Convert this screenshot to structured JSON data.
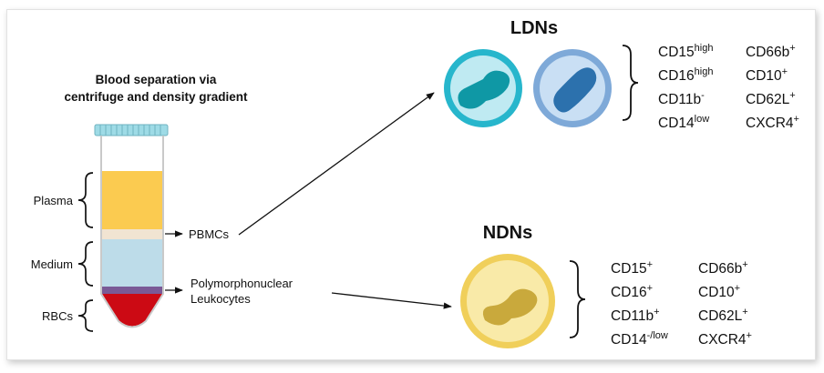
{
  "separation": {
    "title_line1": "Blood separation via",
    "title_line2": "centrifuge and density gradient"
  },
  "tube": {
    "layers": {
      "plasma": "Plasma",
      "medium": "Medium",
      "rbcs": "RBCs"
    },
    "fractions": {
      "pbmcs": "PBMCs",
      "pmn_line1": "Polymorphonuclear",
      "pmn_line2": "Leukocytes"
    }
  },
  "ldns": {
    "title": "LDNs",
    "markers": [
      {
        "base": "CD15",
        "sup": "high"
      },
      {
        "base": "CD16",
        "sup": "high"
      },
      {
        "base": "CD11b",
        "sup": "-"
      },
      {
        "base": "CD14",
        "sup": "low"
      },
      {
        "base": "CD66b",
        "sup": "+"
      },
      {
        "base": "CD10",
        "sup": "+"
      },
      {
        "base": "CD62L",
        "sup": "+"
      },
      {
        "base": "CXCR4",
        "sup": "+"
      }
    ]
  },
  "ndns": {
    "title": "NDNs",
    "markers": [
      {
        "base": "CD15",
        "sup": "+"
      },
      {
        "base": "CD16",
        "sup": "+"
      },
      {
        "base": "CD11b",
        "sup": "+"
      },
      {
        "base": "CD14",
        "sup": "-/low"
      },
      {
        "base": "CD66b",
        "sup": "+"
      },
      {
        "base": "CD10",
        "sup": "+"
      },
      {
        "base": "CD62L",
        "sup": "+"
      },
      {
        "base": "CXCR4",
        "sup": "+"
      }
    ]
  },
  "colors": {
    "plasma": "#fbcb50",
    "buffy": "#f1e4d2",
    "medium": "#bddce9",
    "pmn_band": "#7a5a96",
    "rbc": "#cc0a14",
    "tube_cap": "#9edbe6",
    "ldn_cell_1": "#27b6cc",
    "ldn_cell_2": "#a6c9ec",
    "ndn_cell": "#f7e39a"
  }
}
